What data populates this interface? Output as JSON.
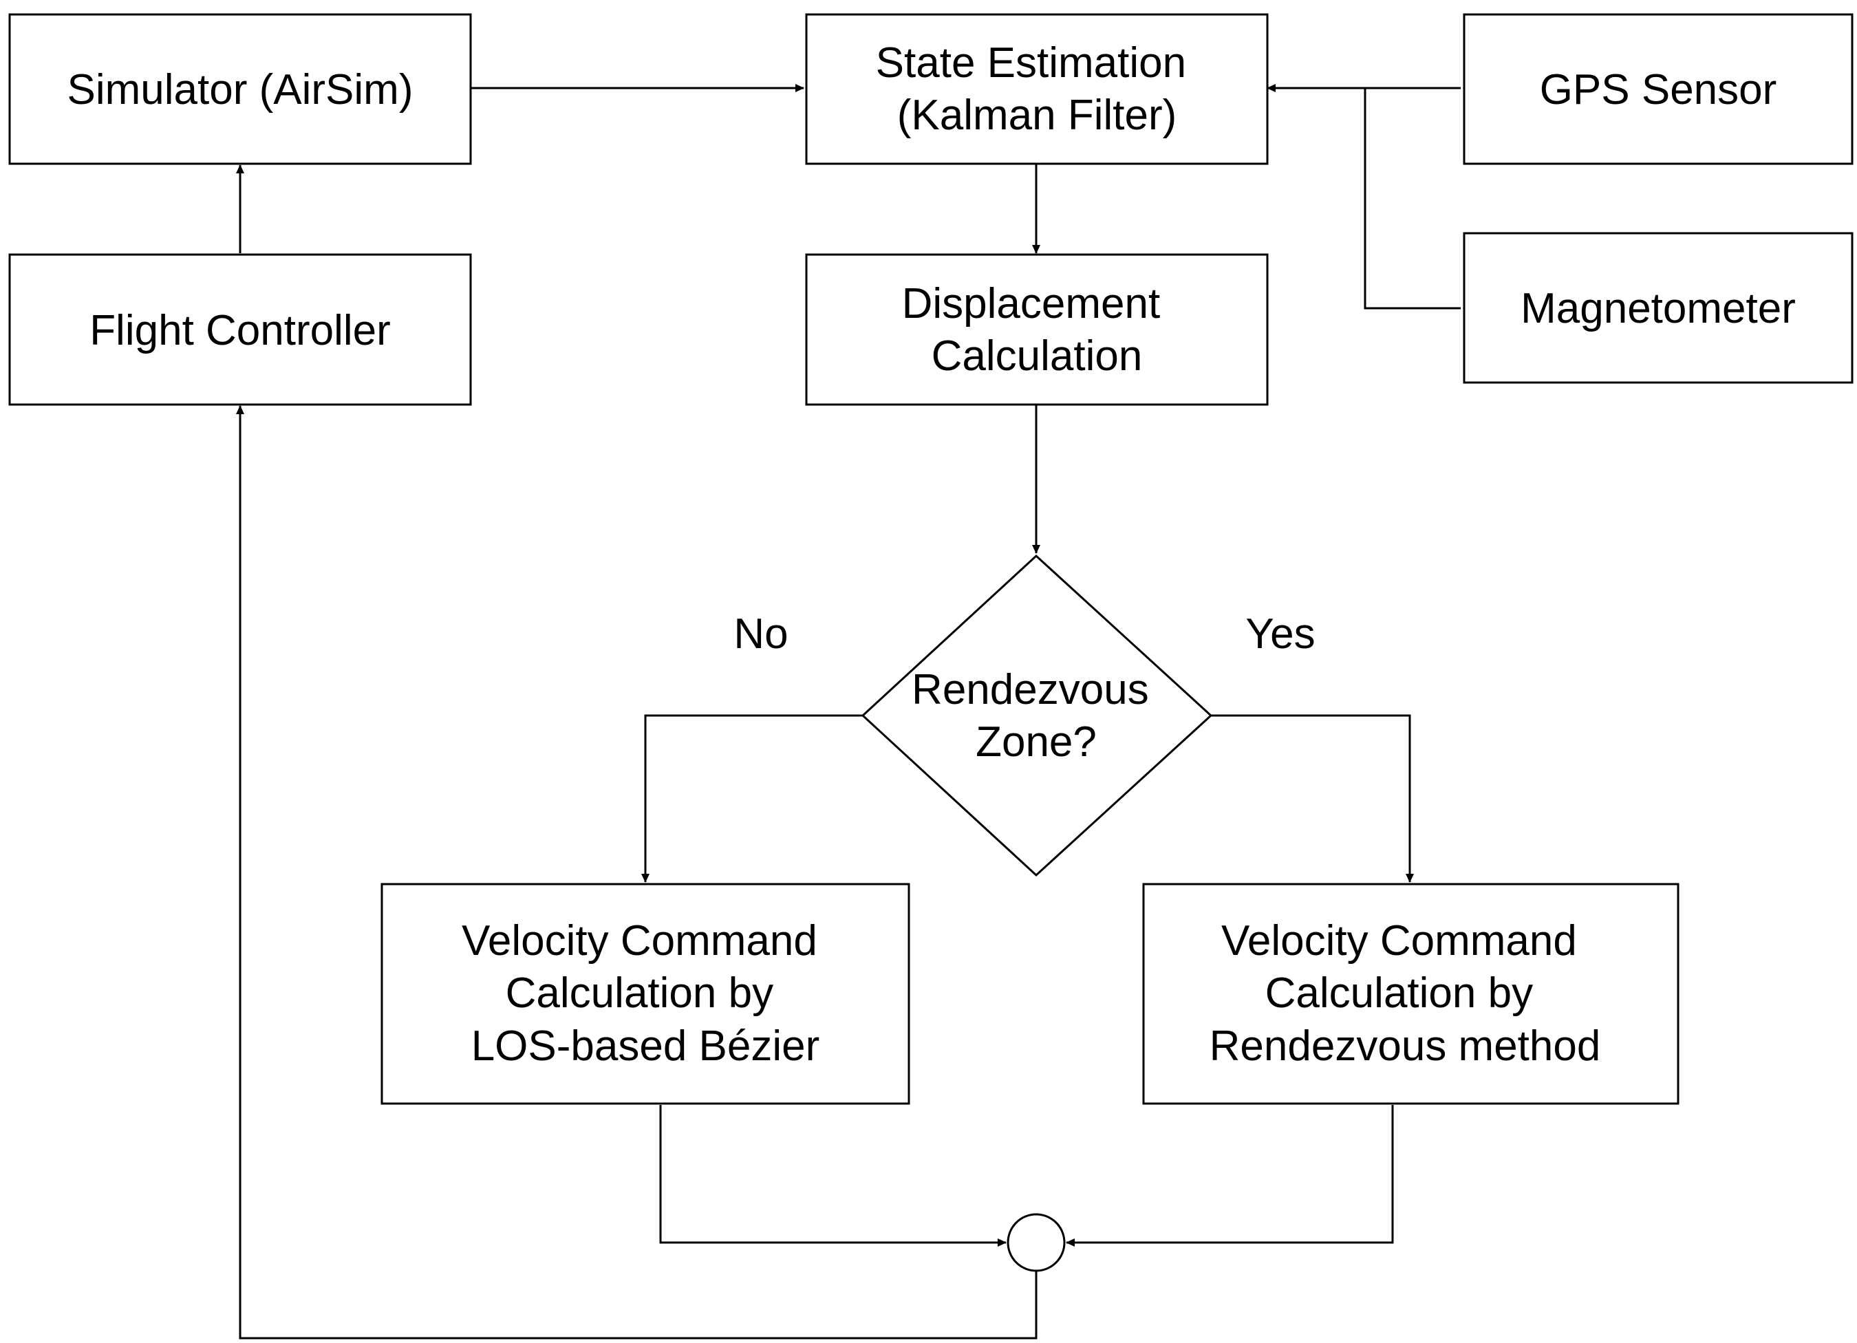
{
  "diagram": {
    "nodes": {
      "simulator": {
        "lines": [
          "Simulator (AirSim)"
        ]
      },
      "flight_controller": {
        "lines": [
          "Flight Controller"
        ]
      },
      "state_estimation": {
        "lines": [
          "State Estimation",
          "(Kalman Filter)"
        ]
      },
      "gps_sensor": {
        "lines": [
          "GPS Sensor"
        ]
      },
      "magnetometer": {
        "lines": [
          "Magnetometer"
        ]
      },
      "displacement": {
        "lines": [
          "Displacement",
          "Calculation"
        ]
      },
      "rendezvous_decision": {
        "lines": [
          "Rendezvous",
          "Zone?"
        ]
      },
      "velocity_los": {
        "lines": [
          "Velocity Command",
          "Calculation by",
          "LOS-based Bézier"
        ]
      },
      "velocity_rendezvous": {
        "lines": [
          "Velocity Command",
          "Calculation by",
          "Rendezvous method"
        ]
      }
    },
    "branch_labels": {
      "no": "No",
      "yes": "Yes"
    },
    "colors": {
      "stroke": "#000000",
      "fill": "#ffffff",
      "text": "#000000"
    }
  }
}
